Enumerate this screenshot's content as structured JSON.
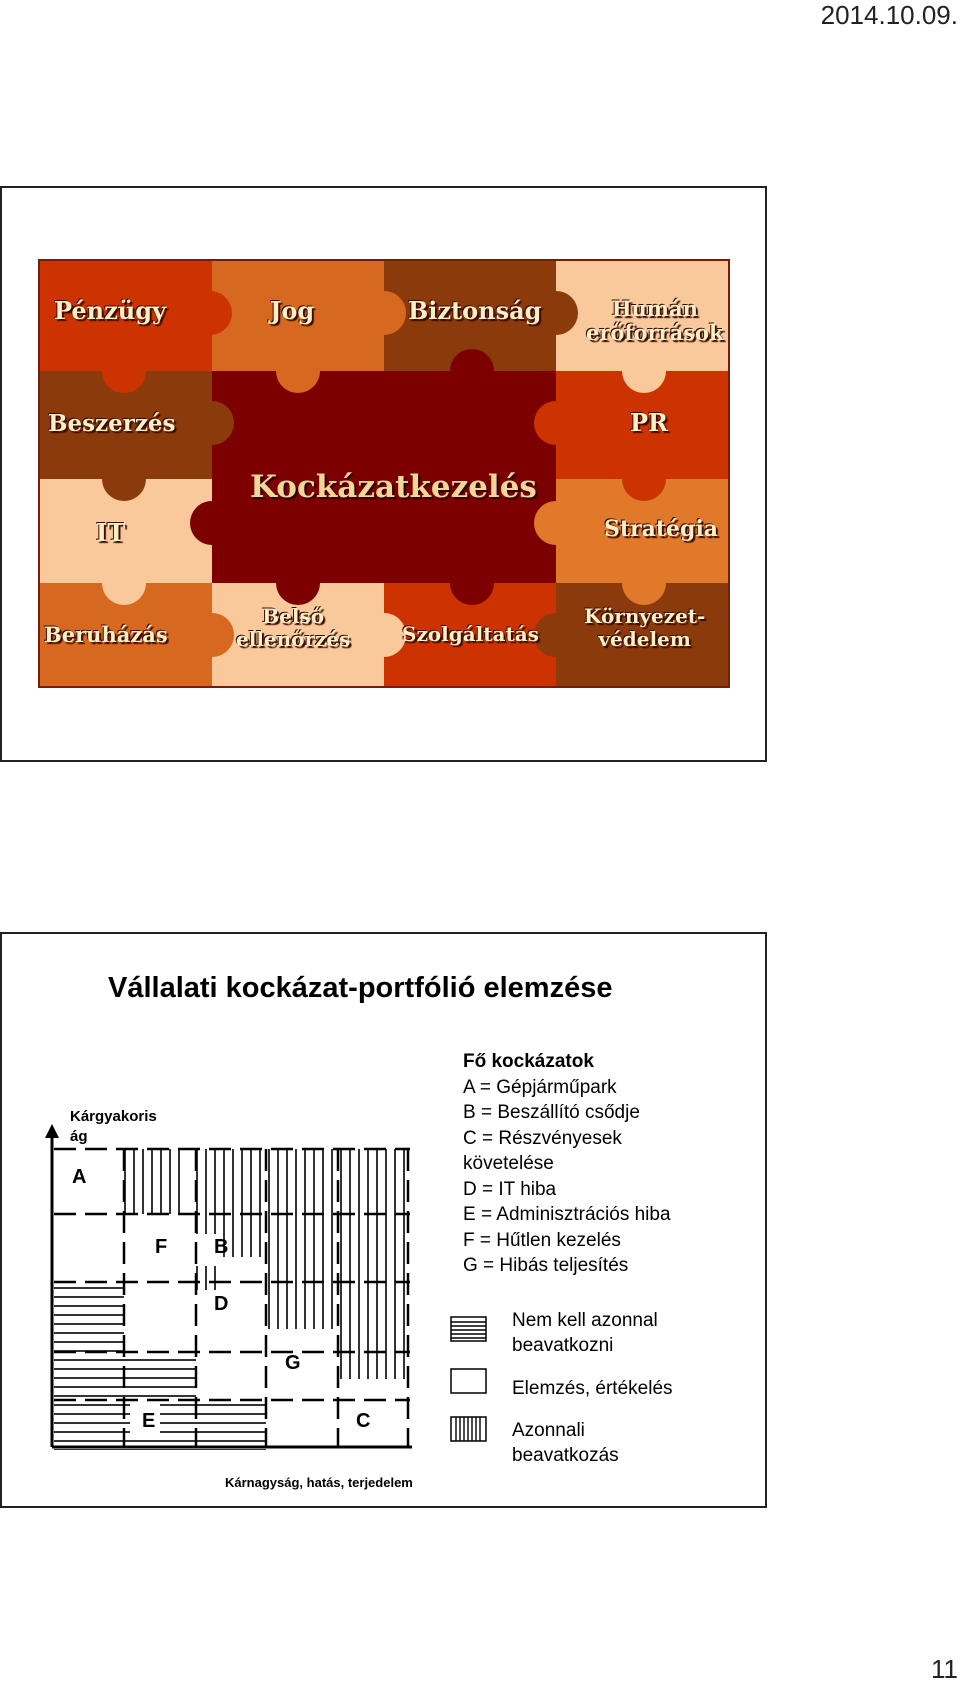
{
  "header": {
    "date": "2014.10.09."
  },
  "footer": {
    "page_number": "11"
  },
  "slide1": {
    "pieces": {
      "penzugy": "Pénzügy",
      "jog": "Jog",
      "biztonsag": "Biztonság",
      "human_1": "Humán",
      "human_2": "erőforrások",
      "beszerzes": "Beszerzés",
      "center": "Kockázatkezelés",
      "pr": "PR",
      "it": "IT",
      "strategia": "Stratégia",
      "beruhazas": "Beruházás",
      "belso_1": "Belső",
      "belso_2": "ellenőrzés",
      "szolgaltatas": "Szolgáltatás",
      "kornyezet_1": "Környezet-",
      "kornyezet_2": "védelem"
    },
    "colors": {
      "dark_red": "#7d0000",
      "red": "#cc3300",
      "orange": "#d7681f",
      "brown": "#8b3a0c",
      "light": "#f9c99c",
      "mid_orange": "#e07a2a"
    }
  },
  "slide2": {
    "title": "Vállalati kockázat-portfólió elemzése",
    "y_axis_label_1": "Kárgyakoris",
    "y_axis_label_2": "ág",
    "x_axis_label": "Kárnagyság, hatás, terjedelem",
    "grid_letters": {
      "A": "A",
      "B": "B",
      "C": "C",
      "D": "D",
      "E": "E",
      "F": "F",
      "G": "G"
    },
    "risks_header": "Fő kockázatok",
    "risks": [
      "A = Gépjárműpark",
      "B = Beszállító csődje",
      "C = Részvényesek",
      "követelése",
      "D = IT hiba",
      "E = Adminisztrációs hiba",
      "F = Hűtlen kezelés",
      "G = Hibás teljesítés"
    ],
    "legend": {
      "horizontal_1": "Nem kell azonnal",
      "horizontal_2": "beavatkozni",
      "empty": "Elemzés, értékelés",
      "vertical_1": "Azonnali",
      "vertical_2": "beavatkozás"
    }
  }
}
